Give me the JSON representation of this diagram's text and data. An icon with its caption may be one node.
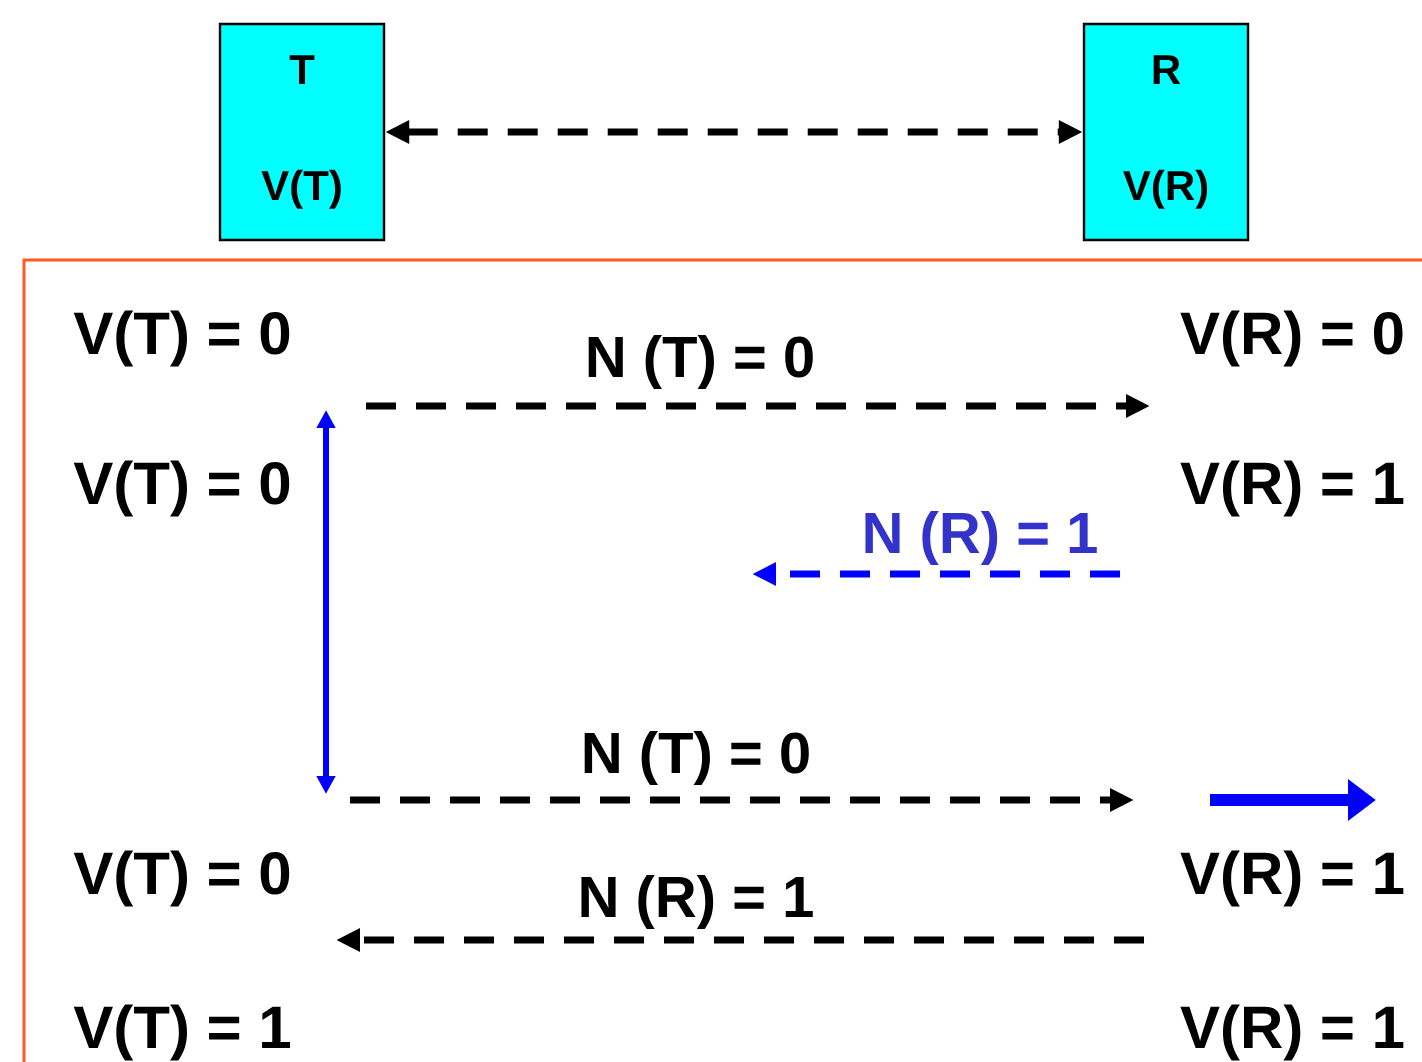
{
  "diagram": {
    "nodes": [
      {
        "text": [
          "T",
          "V(T)"
        ]
      },
      {
        "text": [
          "R",
          "V(R)"
        ]
      },
      {
        "text": [],
        "shape": "box"
      },
      {
        "text": [
          "V(T) = 0"
        ],
        "in": 2
      },
      {
        "text": [
          "V(R) = 0"
        ],
        "in": 2
      },
      {
        "text": [
          "V(T) = 0"
        ],
        "in": 2
      },
      {
        "text": [
          "V(R) = 1"
        ],
        "in": 2
      },
      {
        "text": [
          "V(T) = 0"
        ],
        "in": 2
      },
      {
        "text": [
          "V(R) = 1"
        ],
        "in": 2
      },
      {
        "text": [
          "V(T) = 1"
        ],
        "in": 2
      },
      {
        "text": [
          "V(R) = 1"
        ],
        "in": 2
      }
    ],
    "edges": [
      {
        "from": 0,
        "to": 1,
        "arrow": "both",
        "style": "dashed"
      }
    ],
    "labels": [
      "N (T) = 0",
      "N (R) = 1",
      "N (T) = 0",
      "N (R) = 1"
    ]
  }
}
